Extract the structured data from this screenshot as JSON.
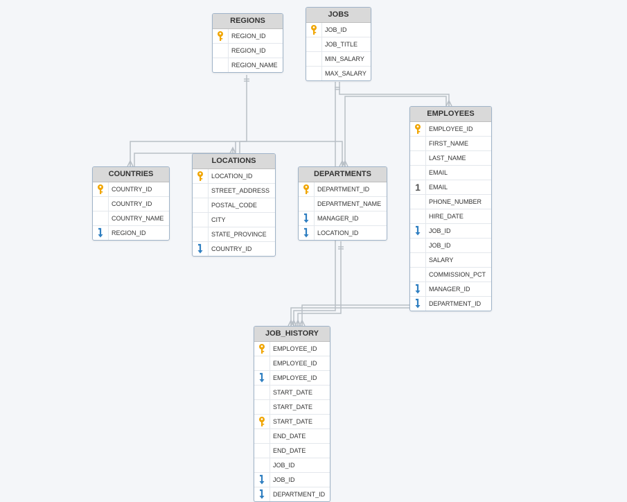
{
  "entities": [
    {
      "id": "regions",
      "name": "REGIONS",
      "columns": [
        {
          "label": "REGION_ID",
          "icon": "key"
        },
        {
          "label": "REGION_ID",
          "icon": ""
        },
        {
          "label": "REGION_NAME",
          "icon": ""
        }
      ]
    },
    {
      "id": "jobs",
      "name": "JOBS",
      "columns": [
        {
          "label": "JOB_ID",
          "icon": "key"
        },
        {
          "label": "JOB_TITLE",
          "icon": ""
        },
        {
          "label": "MIN_SALARY",
          "icon": ""
        },
        {
          "label": "MAX_SALARY",
          "icon": ""
        }
      ]
    },
    {
      "id": "countries",
      "name": "COUNTRIES",
      "columns": [
        {
          "label": "COUNTRY_ID",
          "icon": "key"
        },
        {
          "label": "COUNTRY_ID",
          "icon": ""
        },
        {
          "label": "COUNTRY_NAME",
          "icon": ""
        },
        {
          "label": "REGION_ID",
          "icon": "fk"
        }
      ]
    },
    {
      "id": "locations",
      "name": "LOCATIONS",
      "columns": [
        {
          "label": "LOCATION_ID",
          "icon": "key"
        },
        {
          "label": "STREET_ADDRESS",
          "icon": ""
        },
        {
          "label": "POSTAL_CODE",
          "icon": ""
        },
        {
          "label": "CITY",
          "icon": ""
        },
        {
          "label": "STATE_PROVINCE",
          "icon": ""
        },
        {
          "label": "COUNTRY_ID",
          "icon": "fk"
        }
      ]
    },
    {
      "id": "departments",
      "name": "DEPARTMENTS",
      "columns": [
        {
          "label": "DEPARTMENT_ID",
          "icon": "key"
        },
        {
          "label": "DEPARTMENT_NAME",
          "icon": ""
        },
        {
          "label": "MANAGER_ID",
          "icon": "fk"
        },
        {
          "label": "LOCATION_ID",
          "icon": "fk"
        }
      ]
    },
    {
      "id": "employees",
      "name": "EMPLOYEES",
      "columns": [
        {
          "label": "EMPLOYEE_ID",
          "icon": "key"
        },
        {
          "label": "FIRST_NAME",
          "icon": ""
        },
        {
          "label": "LAST_NAME",
          "icon": ""
        },
        {
          "label": "EMAIL",
          "icon": ""
        },
        {
          "label": "EMAIL",
          "icon": "unique"
        },
        {
          "label": "PHONE_NUMBER",
          "icon": ""
        },
        {
          "label": "HIRE_DATE",
          "icon": ""
        },
        {
          "label": "JOB_ID",
          "icon": "fk"
        },
        {
          "label": "JOB_ID",
          "icon": ""
        },
        {
          "label": "SALARY",
          "icon": ""
        },
        {
          "label": "COMMISSION_PCT",
          "icon": ""
        },
        {
          "label": "MANAGER_ID",
          "icon": "fk"
        },
        {
          "label": "DEPARTMENT_ID",
          "icon": "fk"
        }
      ]
    },
    {
      "id": "job-history",
      "name": "JOB_HISTORY",
      "columns": [
        {
          "label": "EMPLOYEE_ID",
          "icon": "key"
        },
        {
          "label": "EMPLOYEE_ID",
          "icon": ""
        },
        {
          "label": "EMPLOYEE_ID",
          "icon": "fk"
        },
        {
          "label": "START_DATE",
          "icon": ""
        },
        {
          "label": "START_DATE",
          "icon": ""
        },
        {
          "label": "START_DATE",
          "icon": "key"
        },
        {
          "label": "END_DATE",
          "icon": ""
        },
        {
          "label": "END_DATE",
          "icon": ""
        },
        {
          "label": "JOB_ID",
          "icon": ""
        },
        {
          "label": "JOB_ID",
          "icon": "fk"
        },
        {
          "label": "DEPARTMENT_ID",
          "icon": "fk"
        }
      ]
    }
  ],
  "unique_marker": "1",
  "colors": {
    "key": "#f0a500",
    "fk": "#2f7fc1",
    "line": "#b8bfc6",
    "header": "#d9d9d9"
  }
}
